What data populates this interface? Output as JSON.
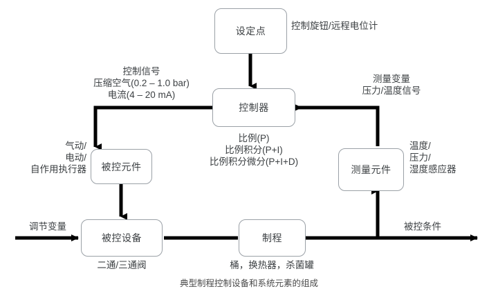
{
  "diagram": {
    "caption": "典型制程控制设备和系统元素的组成",
    "nodes": {
      "setpoint": "设定点",
      "controller": "控制器",
      "controlled_element": "被控元件",
      "measuring_element": "测量元件",
      "controlled_device": "被控设备",
      "process": "制程"
    },
    "annotations": {
      "setpoint_side": "控制旋钮/远程电位计",
      "control_signal": "控制信号\n压缩空气(0.2 – 1.0 bar)\n电流(4 – 20 mA)",
      "measured_variable": "测量变量\n压力/温度信号",
      "actuator_types": "气动/\n电动/\n自作用执行器",
      "sensor_types": "温度/\n压力/\n湿度感应器",
      "controller_modes": "比例(P)\n比例积分(P+I)\n比例积分微分(P+I+D)",
      "valve_types": "二通/三通阀",
      "process_examples": "桶，换热器，杀菌罐",
      "manipulated_variable": "调节变量",
      "controlled_condition": "被控条件"
    },
    "colors": {
      "box_border": "#9aa0a6",
      "text": "#3c4043",
      "wire": "#000000",
      "background": "#ffffff"
    }
  }
}
